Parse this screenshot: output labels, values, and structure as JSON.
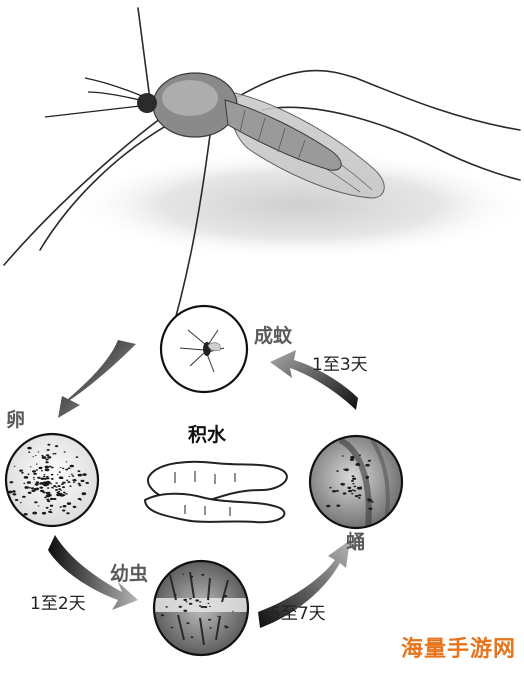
{
  "stages": {
    "adult": "成蚊",
    "egg": "卵",
    "larva": "幼虫",
    "pupa": "蛹"
  },
  "durations": {
    "egg_to_larva": "1至2天",
    "larva_to_pupa": "5至7天",
    "pupa_to_adult": "1至3天"
  },
  "center_label": "积水",
  "watermark": "海量手游网",
  "colors": {
    "watermark": "#e8731a",
    "arrow_dark": "#111111",
    "arrow_light": "#9a9a9a"
  }
}
